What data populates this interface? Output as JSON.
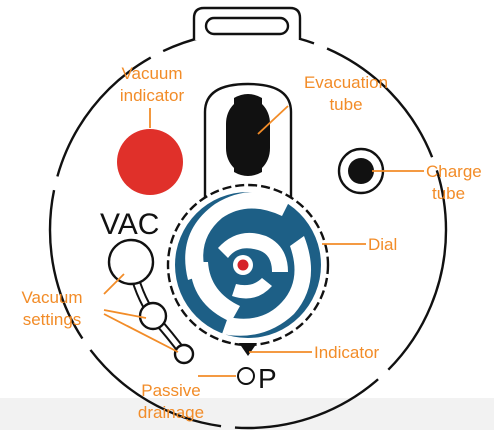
{
  "labels": {
    "vacuum_indicator": [
      "Vacuum",
      "indicator"
    ],
    "evacuation_tube": [
      "Evacuation",
      "tube"
    ],
    "charge_tube": [
      "Charge",
      "tube"
    ],
    "dial": "Dial",
    "vacuum_settings": [
      "Vacuum",
      "settings"
    ],
    "indicator": "Indicator",
    "passive_drainage": [
      "Passive",
      "drainage"
    ]
  },
  "markings": {
    "vac": "VAC",
    "p": "P"
  },
  "colors": {
    "label_orange": "#f28c28",
    "vacuum_indicator_red": "#e0302a",
    "dial_blue": "#1d5f86",
    "outline_black": "#111111",
    "dial_center_red": "#d6222a"
  },
  "icons": {
    "dial_logo": "three-arm-swirl-icon",
    "dial_pointer": "triangle-pointer-icon"
  }
}
